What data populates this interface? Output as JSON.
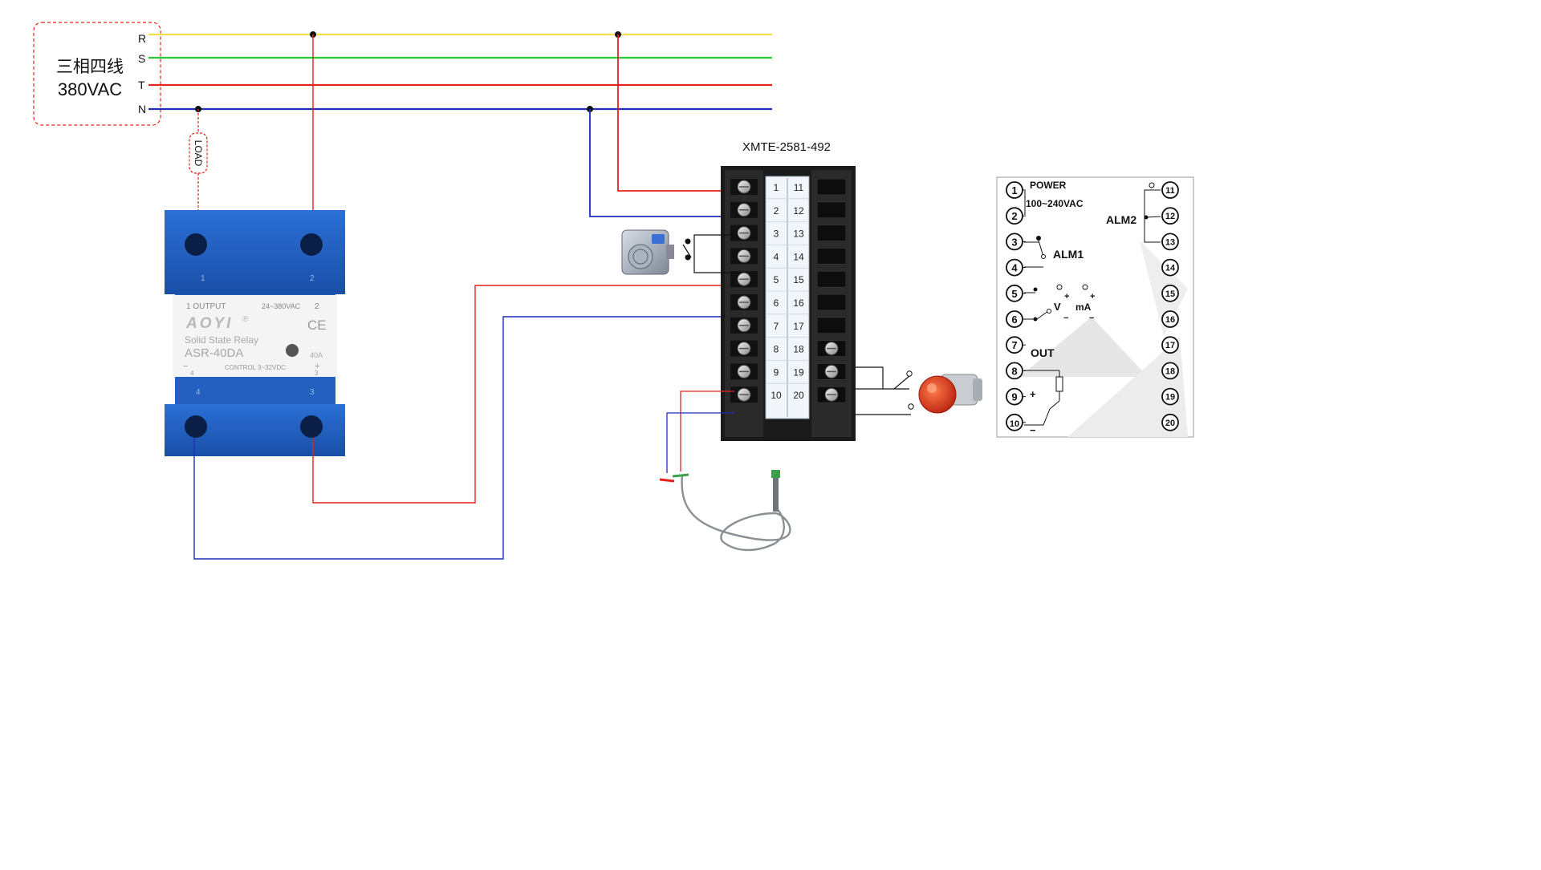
{
  "supply": {
    "label_line1": "三相四线",
    "label_line2": "380VAC",
    "phases": [
      {
        "id": "R",
        "color": "#f2e04a"
      },
      {
        "id": "S",
        "color": "#27c934"
      },
      {
        "id": "T",
        "color": "#e3241b"
      },
      {
        "id": "N",
        "color": "#1d2fb8"
      }
    ]
  },
  "load": {
    "label": "LOAD"
  },
  "ssr": {
    "header_output": "1  OUTPUT",
    "header_voltage": "24~380VAC",
    "header_num_right": "2",
    "brand": "AOYI",
    "trademark": "®",
    "ce": "CE",
    "subtitle": "Solid State Relay",
    "model": "ASR-40DA",
    "rating": "40A",
    "control_label": "CONTROL 3~32VDC",
    "terminal_bl": "4",
    "terminal_br": "3",
    "top_left_num": "1",
    "top_right_num": "2",
    "bottom_left_num": "4",
    "bottom_right_num": "3",
    "minus": "−",
    "plus": "+"
  },
  "controller": {
    "model": "XMTE-2581-492",
    "left_numbers": [
      "1",
      "2",
      "3",
      "4",
      "5",
      "6",
      "7",
      "8",
      "9",
      "10"
    ],
    "right_numbers": [
      "11",
      "12",
      "13",
      "14",
      "15",
      "16",
      "17",
      "18",
      "19",
      "20"
    ]
  },
  "pinout": {
    "power_label": "POWER",
    "power_range": "100~240VAC",
    "alm1": "ALM1",
    "alm2": "ALM2",
    "out": "OUT",
    "v_label": "V",
    "ma_label": "mA",
    "plus": "+",
    "minus": "−",
    "left_pins": [
      "1",
      "2",
      "3",
      "4",
      "5",
      "6",
      "7",
      "8",
      "9",
      "10"
    ],
    "right_pins": [
      "11",
      "12",
      "13",
      "14",
      "15",
      "16",
      "17",
      "18",
      "19",
      "20"
    ]
  },
  "colors": {
    "wire_red": "#e3241b",
    "wire_blue": "#1d2fb8",
    "ssr_blue": "#1f5fc4",
    "controller_black": "#1a1a1a",
    "lamp_red": "#e0331c"
  }
}
